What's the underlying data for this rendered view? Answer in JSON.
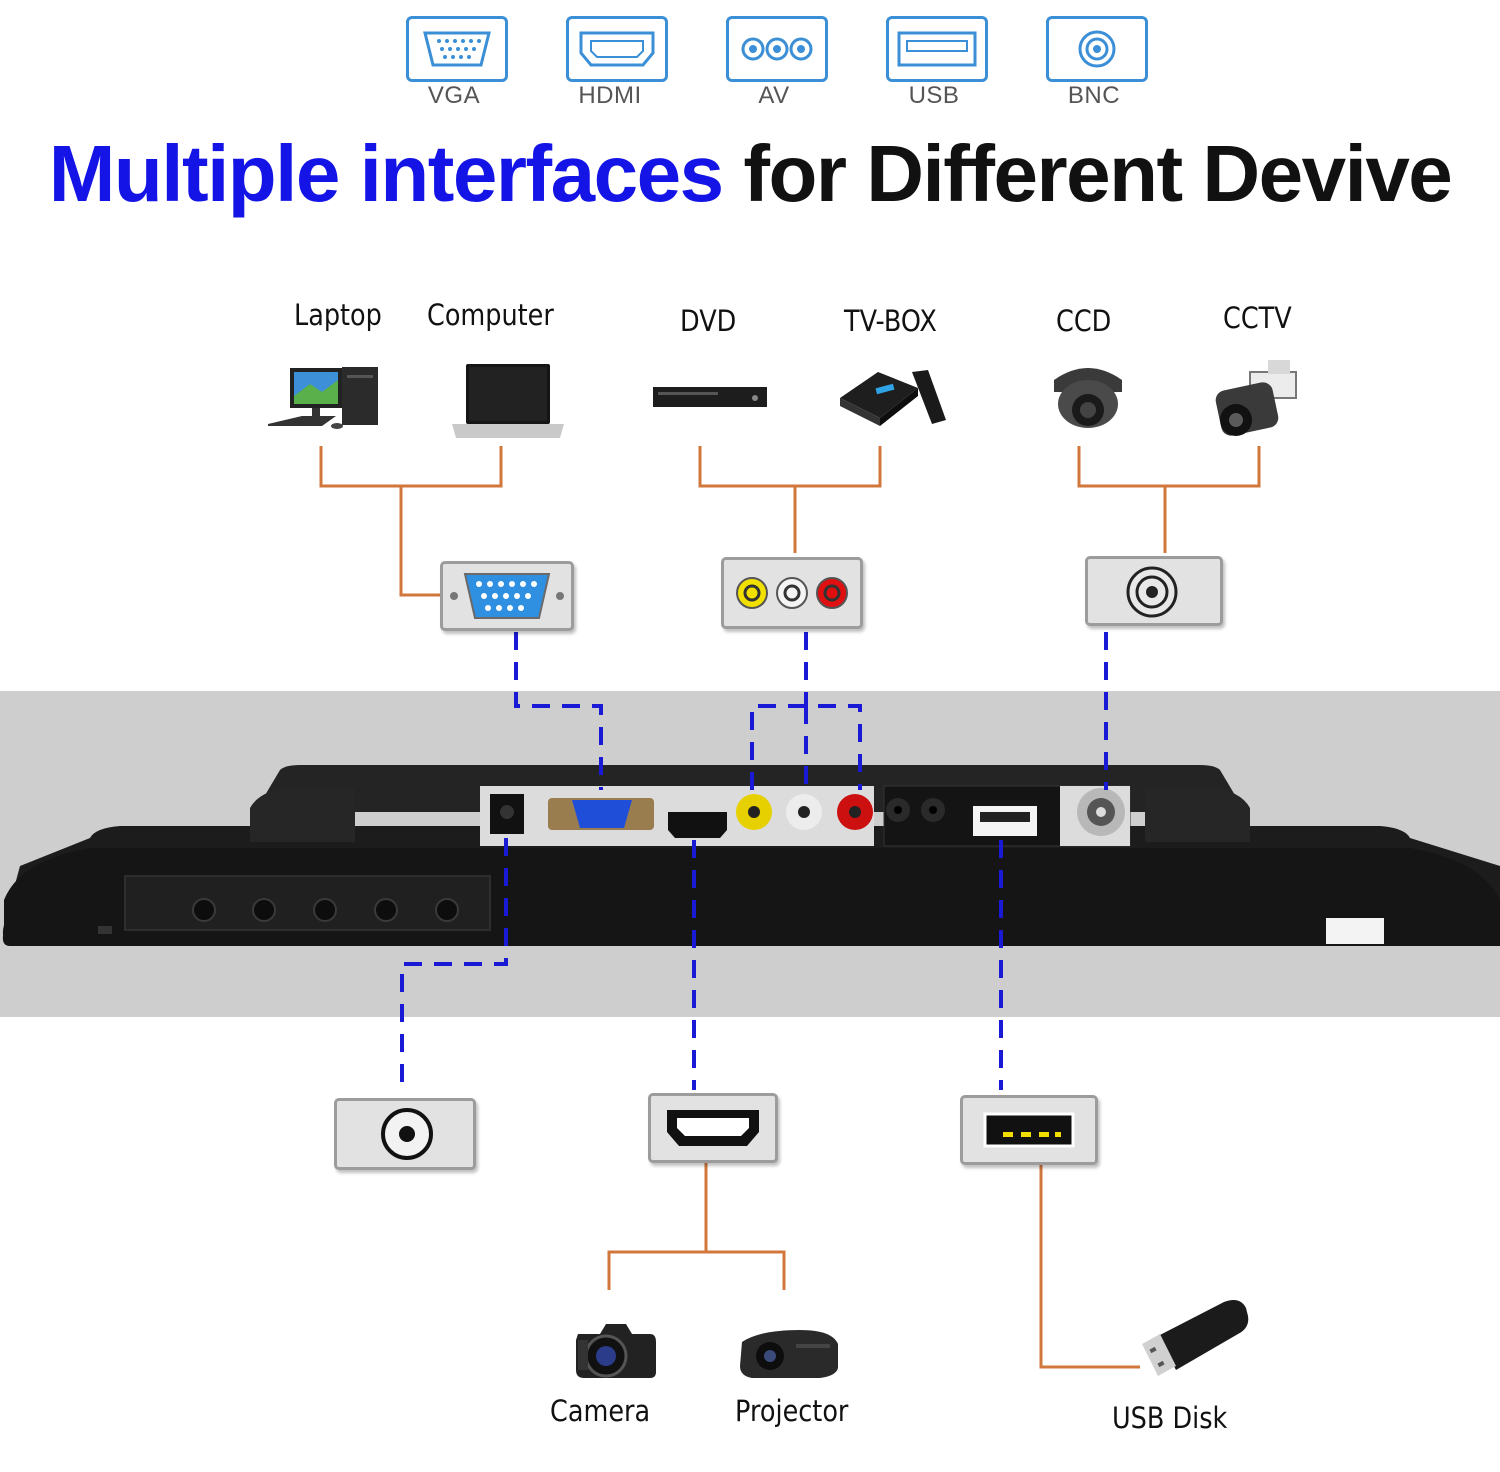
{
  "top_interfaces": [
    {
      "label": "VGA",
      "icon": "vga-port-icon"
    },
    {
      "label": "HDMI",
      "icon": "hdmi-port-icon"
    },
    {
      "label": "AV",
      "icon": "av-port-icon"
    },
    {
      "label": "USB",
      "icon": "usb-port-icon"
    },
    {
      "label": "BNC",
      "icon": "bnc-port-icon"
    }
  ],
  "headline": {
    "part1": "Multiple interfaces",
    "part2": "for Different Devive",
    "part1_color": "#1414e6",
    "part2_color": "#111111"
  },
  "devices_top": {
    "laptop": "Laptop",
    "computer": "Computer",
    "dvd": "DVD",
    "tvbox": "TV-BOX",
    "ccd": "CCD",
    "cctv": "CCTV"
  },
  "devices_bottom": {
    "camera": "Camera",
    "projector": "Projector",
    "usb_disk": "USB Disk"
  },
  "colors": {
    "connector_line": "#d2773c",
    "dashed_line": "#1a1ad6",
    "icon_border": "#3b8fd6",
    "monitor_band": "#cecece",
    "av_yellow": "#f1e000",
    "av_white": "#f4f4f4",
    "av_red": "#e01010"
  }
}
